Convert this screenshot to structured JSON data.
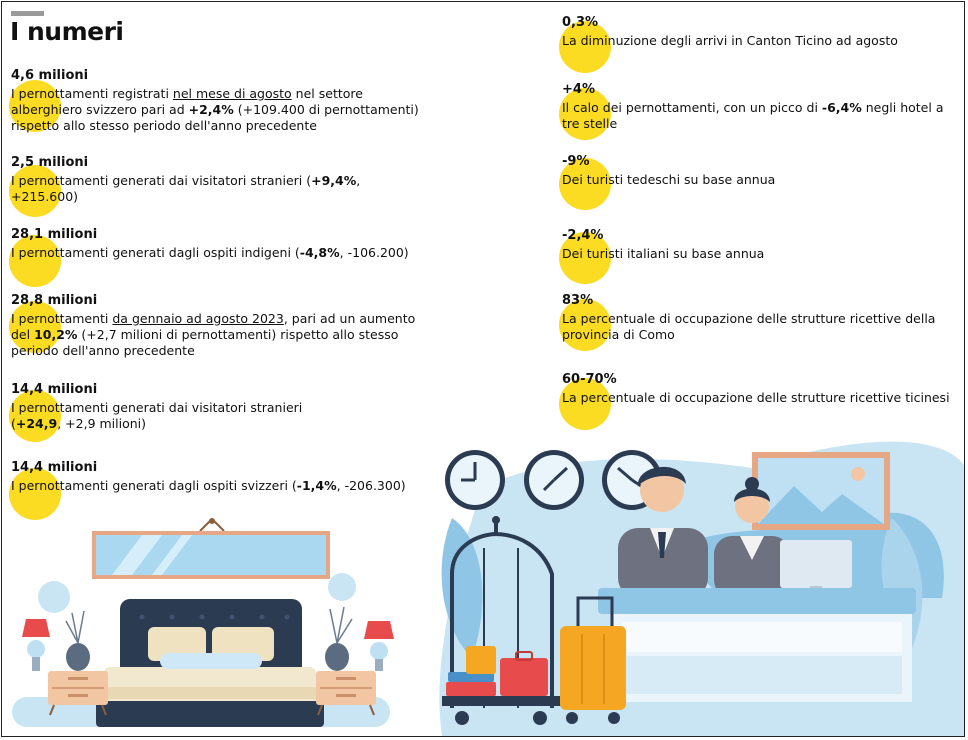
{
  "title": "I numeri",
  "left": [
    {
      "value": "4,6 milioni",
      "desc": [
        {
          "t": "I pernottamenti registrati "
        },
        {
          "t": "nel mese di agosto",
          "s": "u"
        },
        {
          "t": " nel settore alberghiero svizzero pari ad "
        },
        {
          "t": "+2,4%",
          "s": "b"
        },
        {
          "t": " (+109.400 di pernottamenti) rispetto allo stesso periodo dell'anno precedente"
        }
      ]
    },
    {
      "value": "2,5 milioni",
      "desc": [
        {
          "t": "I pernottamenti generati dai visitatori stranieri ("
        },
        {
          "t": "+9,4%",
          "s": "b"
        },
        {
          "t": ", +215.600)"
        }
      ]
    },
    {
      "value": "28,1 milioni",
      "desc": [
        {
          "t": "I pernottamenti generati dagli ospiti indigeni ("
        },
        {
          "t": "-4,8%",
          "s": "b"
        },
        {
          "t": ", -106.200)"
        }
      ]
    },
    {
      "value": "28,8 milioni",
      "desc": [
        {
          "t": "I pernottamenti "
        },
        {
          "t": "da gennaio ad agosto 2023",
          "s": "u"
        },
        {
          "t": ", pari ad un aumento del "
        },
        {
          "t": "10,2%",
          "s": "b"
        },
        {
          "t": " (+2,7 milioni di pernottamenti) rispetto allo stesso periodo dell'anno precedente"
        }
      ]
    },
    {
      "value": "14,4 milioni",
      "desc": [
        {
          "t": "I pernottamenti generati dai visitatori stranieri ("
        },
        {
          "t": "+24,9",
          "s": "b"
        },
        {
          "t": ", +2,9 milioni)"
        }
      ]
    },
    {
      "value": "14,4 milioni",
      "desc": [
        {
          "t": "I pernottamenti generati dagli ospiti svizzeri ("
        },
        {
          "t": "-1,4%",
          "s": "b"
        },
        {
          "t": ", -206.300)"
        }
      ]
    }
  ],
  "right": [
    {
      "value": "0,3%",
      "desc": [
        {
          "t": "La diminuzione degli arrivi in Canton Ticino ad agosto"
        }
      ]
    },
    {
      "value": "+4%",
      "desc": [
        {
          "t": "Il calo dei pernottamenti, con un picco di "
        },
        {
          "t": "-6,4%",
          "s": "b"
        },
        {
          "t": " negli hotel a tre stelle"
        }
      ]
    },
    {
      "value": "-9%",
      "desc": [
        {
          "t": "Dei turisti tedeschi su base annua"
        }
      ]
    },
    {
      "value": "-2,4%",
      "desc": [
        {
          "t": "Dei turisti italiani su base annua"
        }
      ]
    },
    {
      "value": "83%",
      "desc": [
        {
          "t": "La percentuale di occupazione delle strutture ricettive della provincia di Como"
        }
      ]
    },
    {
      "value": "60-70%",
      "desc": [
        {
          "t": "La percentuale di occupazione delle strutture ricettive ticinesi"
        }
      ]
    }
  ],
  "colors": {
    "highlight": "#fcdc22",
    "light_blue": "#c9e4f2",
    "mid_blue": "#8fc6e6",
    "navy": "#2b3b52",
    "orange": "#f5a623",
    "red": "#e84b4b",
    "grey_suit": "#6e7280"
  },
  "illustrations": {
    "left": "hotel-bedroom-illustration",
    "right": "hotel-reception-illustration"
  }
}
